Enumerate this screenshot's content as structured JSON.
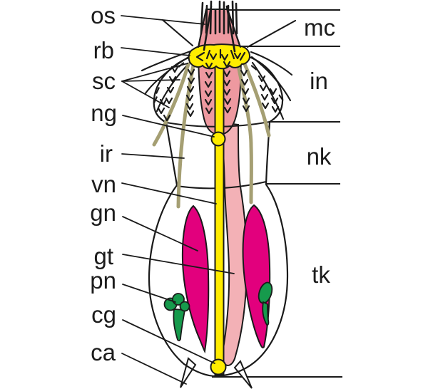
{
  "diagram": {
    "description": "anatomical schematic of a micro-invertebrate body plan with labelled organs and body regions",
    "left_labels": [
      {
        "id": "os",
        "text": "os"
      },
      {
        "id": "rb",
        "text": "rb"
      },
      {
        "id": "sc",
        "text": "sc"
      },
      {
        "id": "ng",
        "text": "ng"
      },
      {
        "id": "ir",
        "text": "ir"
      },
      {
        "id": "vn",
        "text": "vn"
      },
      {
        "id": "gn",
        "text": "gn"
      },
      {
        "id": "gt",
        "text": "gt"
      },
      {
        "id": "pn",
        "text": "pn"
      },
      {
        "id": "cg",
        "text": "cg"
      },
      {
        "id": "ca",
        "text": "ca"
      }
    ],
    "right_labels": [
      {
        "id": "mc",
        "text": "mc"
      },
      {
        "id": "in",
        "text": "in"
      },
      {
        "id": "nk",
        "text": "nk"
      },
      {
        "id": "tk",
        "text": "tk"
      }
    ],
    "colors": {
      "background": "#ffffff",
      "outline": "#1a1a1a",
      "nerve_yellow": "#ffec00",
      "gonad_magenta": "#e2007d",
      "pharynx_pink": "#ee99a0",
      "gut_pink": "#f3b1b6",
      "muscle_olive": "#a59f73",
      "nephridium_green": "#169a4c"
    }
  }
}
